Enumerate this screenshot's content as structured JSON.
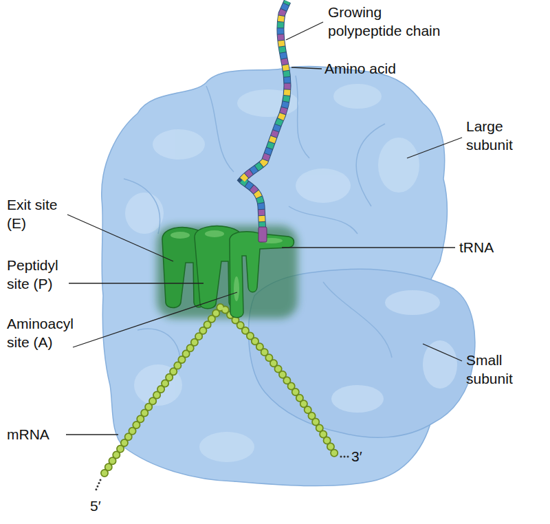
{
  "diagram": {
    "labels": [
      "Growing polypeptide chain",
      "Amino acid",
      "Large subunit",
      "Exit site (E)",
      "Peptidyl site (P)",
      "Aminoacyl site (A)",
      "tRNA",
      "Small subunit",
      "mRNA",
      "5′",
      "3′"
    ]
  }
}
